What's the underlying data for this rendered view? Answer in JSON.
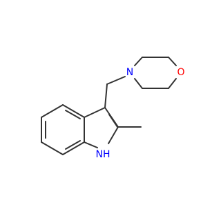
{
  "molecule": {
    "atoms": {
      "morpholine_n": {
        "label": "N",
        "color": "#0000ff"
      },
      "morpholine_o": {
        "label": "O",
        "color": "#ff0000"
      },
      "indole_nh": {
        "label": "NH",
        "color": "#0000ff"
      }
    }
  }
}
